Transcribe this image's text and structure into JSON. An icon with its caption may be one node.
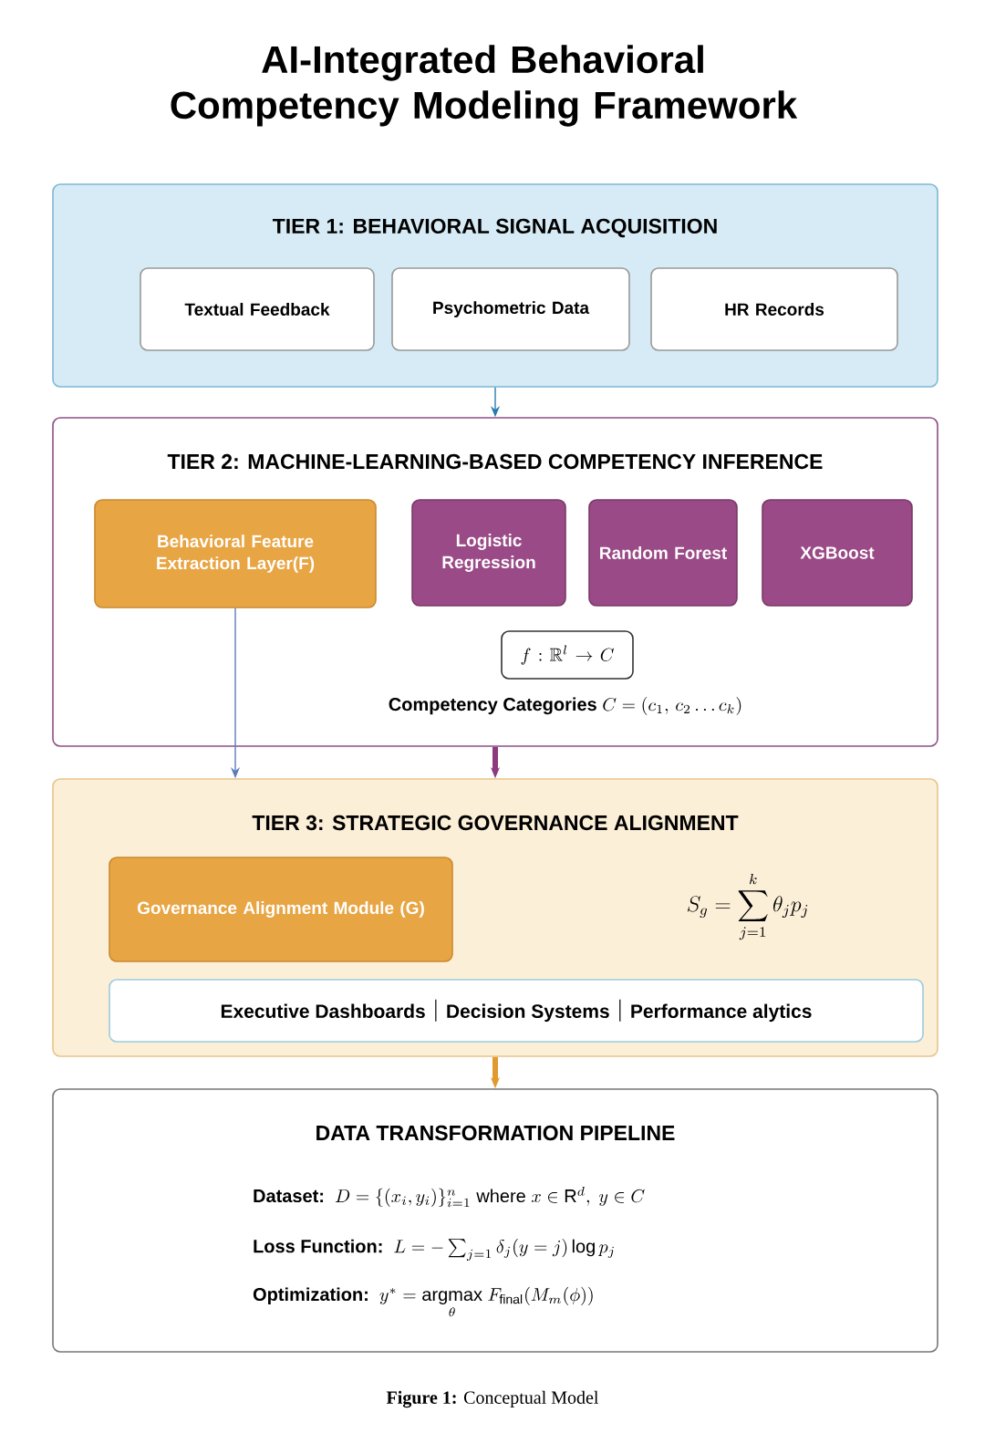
{
  "diagram": {
    "title": "AI-Integrated Behavioral Competency Modeling Framework",
    "caption": "**Figure 1:** Conceptual Model",
    "nodes": [
      {
        "text": [
          "TIER 1: BEHAVIORAL SIGNAL ACQUISITION"
        ]
      },
      {
        "text": [
          "Textual Feedback"
        ],
        "in": 0
      },
      {
        "text": [
          "Psychometric Data"
        ],
        "in": 0
      },
      {
        "text": [
          "HR Records"
        ],
        "in": 0
      },
      {
        "text": [
          "TIER 2: MACHINE-LEARNING-BASED COMPETENCY INFERENCE",
          "Competency Categories",
          "C = (c_1,\\, c_2 \\ldots c_k)"
        ]
      },
      {
        "text": [
          "Behavioral Feature Extraction Layer(F)"
        ],
        "in": 4
      },
      {
        "text": [
          "Logistic Regression"
        ],
        "in": 4
      },
      {
        "text": [
          "Random Forest"
        ],
        "in": 4
      },
      {
        "text": [
          "XGBoost"
        ],
        "in": 4
      },
      {
        "text": [
          "f: \\mathbb{R}^l \\to C"
        ],
        "in": 4
      },
      {
        "text": [
          "TIER 3: STRATEGIC GOVERNANCE ALIGNMENT",
          "S_g = \\sum_{j=1}^{k} \\theta_j p_j"
        ]
      },
      {
        "text": [
          "Governance Alignment Module (G)"
        ],
        "in": 10
      },
      {
        "text": [
          "Executive Dashboards",
          "Decision Systems",
          "Performance alytics"
        ],
        "in": 10
      },
      {
        "text": [
          "DATA TRANSFORMATION PIPELINE",
          "Dataset:",
          "D = \\{(x_i, y_i)\\}_{i=1}^{n} \\text{ where } x \\in \\mathrm{R}^d,\\ y \\in C",
          "Loss Function:",
          "L = -\\sum_{j=1} \\delta_j(y=j) \\log p_j",
          "Optimization:",
          "y^* = \\underset{\\theta}{\\operatorname{argmax}}\\ F_{\\mathrm{final}}(M_m(\\phi))"
        ]
      }
    ],
    "edges": [
      {
        "from": 0,
        "to": 4,
        "arrow": "to",
        "color": "#2a7ab0"
      },
      {
        "from": 5,
        "to": 10,
        "arrow": "to",
        "color": "#5b7db8"
      },
      {
        "from": 4,
        "to": 10,
        "arrow": "to",
        "style": "thick",
        "color": "#8e3a7e"
      },
      {
        "from": 10,
        "to": 13,
        "arrow": "to",
        "style": "thick",
        "color": "#e09a30"
      }
    ]
  }
}
